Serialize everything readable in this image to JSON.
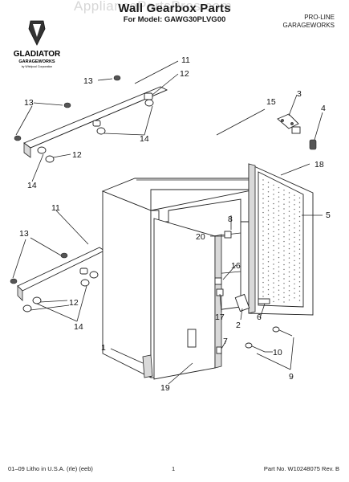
{
  "header": {
    "title": "Wall Gearbox Parts",
    "subtitle": "For Model: GAWG30PLVG00",
    "watermark": "AppliancePartsPros.com",
    "brand_line1": "PRO-LINE",
    "brand_line2": "GARAGEWORKS"
  },
  "logo": {
    "icon": "gladiator-shield-icon",
    "wordmark": "GLADIATOR",
    "sub_wordmark": "GARAGEWORKS",
    "tagline": "by Whirlpool Corporation"
  },
  "callouts": {
    "c1": "1",
    "c2": "2",
    "c3": "3",
    "c4": "4",
    "c5": "5",
    "c6": "6",
    "c7": "7",
    "c8": "8",
    "c9": "9",
    "c10": "10",
    "c11a": "11",
    "c11b": "11",
    "c12a": "12",
    "c12b": "12",
    "c12c": "12",
    "c13a": "13",
    "c13b": "13",
    "c13c": "13",
    "c14a": "14",
    "c14b": "14",
    "c14c": "14",
    "c15": "15",
    "c16": "16",
    "c17": "17",
    "c18": "18",
    "c19": "19",
    "c20": "20"
  },
  "footer": {
    "left": "01–09 Litho in U.S.A. (rle) (eeb)",
    "page": "1",
    "part_no": "Part No. W10248075 Rev. B"
  }
}
